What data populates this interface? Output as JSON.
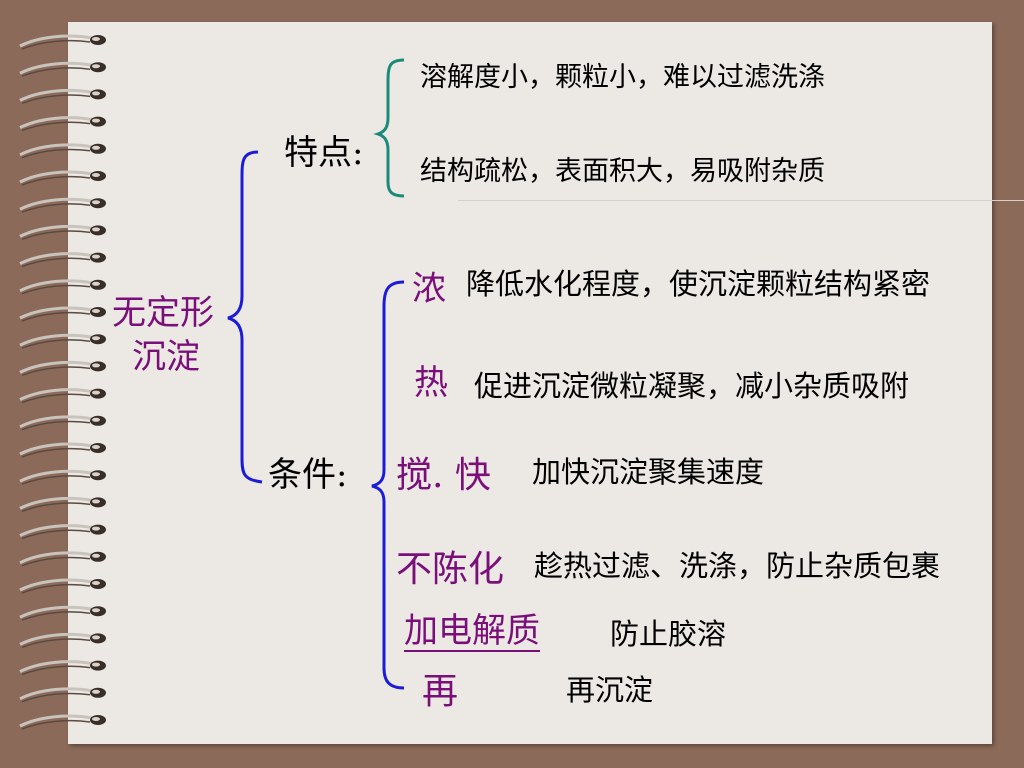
{
  "colors": {
    "background": "#8c6a59",
    "paper": "#ece8e4",
    "accent_purple": "#7a0f7a",
    "brace_blue": "#1c1cd6",
    "brace_teal": "#1a8a7a"
  },
  "root": {
    "line1": "无定形",
    "line2": "沉淀"
  },
  "features": {
    "label": "特点:",
    "items": [
      "溶解度小，颗粒小，难以过滤洗涤",
      "结构疏松，表面积大，易吸附杂质"
    ]
  },
  "conditions": {
    "label": "条件:",
    "items": [
      {
        "key": "浓",
        "desc": "降低水化程度，使沉淀颗粒结构紧密"
      },
      {
        "key": "热",
        "desc": "促进沉淀微粒凝聚，减小杂质吸附"
      },
      {
        "key": "搅. 快",
        "desc": "加快沉淀聚集速度"
      },
      {
        "key": "不陈化",
        "desc": "趁热过滤、洗涤，防止杂质包裹"
      },
      {
        "key": "加电解质",
        "desc": "防止胶溶"
      },
      {
        "key": "再",
        "desc": "再沉淀"
      }
    ]
  }
}
